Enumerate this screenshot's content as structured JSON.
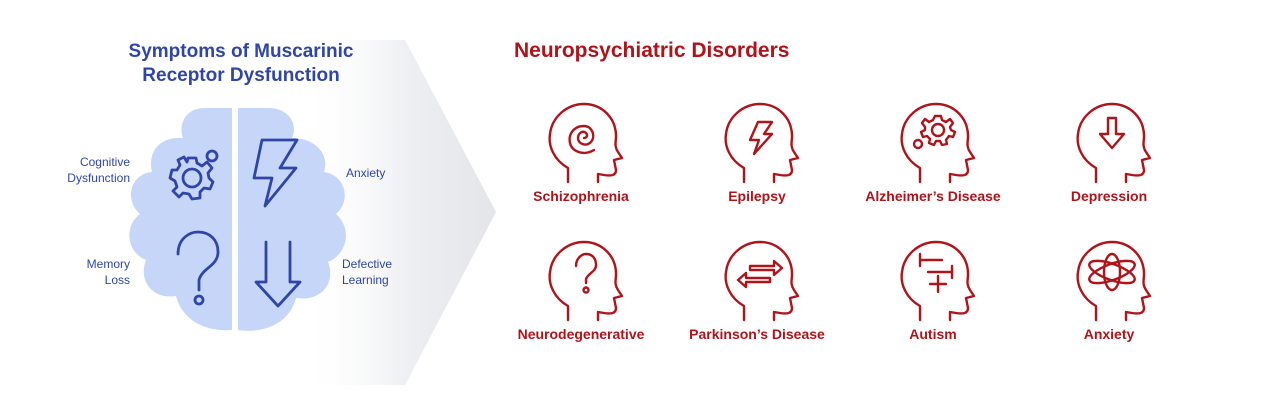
{
  "left_panel": {
    "title_line1": "Symptoms of Muscarinic",
    "title_line2": "Receptor Dysfunction",
    "symptoms": [
      {
        "line1": "Cognitive",
        "line2": "Dysfunction",
        "icon": "gear-icon"
      },
      {
        "line1": "Anxiety",
        "line2": "",
        "icon": "lightning-icon"
      },
      {
        "line1": "Memory",
        "line2": "Loss",
        "icon": "question-icon"
      },
      {
        "line1": "Defective",
        "line2": "Learning",
        "icon": "down-arrow-icon"
      }
    ]
  },
  "right_panel": {
    "title": "Neuropsychiatric Disorders",
    "disorders": [
      {
        "label": "Schizophrenia",
        "icon": "spiral-icon"
      },
      {
        "label": "Epilepsy",
        "icon": "lightning-icon"
      },
      {
        "label": "Alzheimer’s Disease",
        "icon": "gear-icon"
      },
      {
        "label": "Depression",
        "icon": "down-arrow-icon"
      },
      {
        "label": "Neurodegenerative",
        "icon": "question-icon"
      },
      {
        "label": "Parkinson’s Disease",
        "icon": "swap-arrows-icon"
      },
      {
        "label": "Autism",
        "icon": "disconnected-lines-icon"
      },
      {
        "label": "Anxiety",
        "icon": "atom-icon"
      }
    ]
  },
  "colors": {
    "blue_text": "#2f46a8",
    "brain_fill": "#c6d6f8",
    "red": "#b0141b"
  }
}
